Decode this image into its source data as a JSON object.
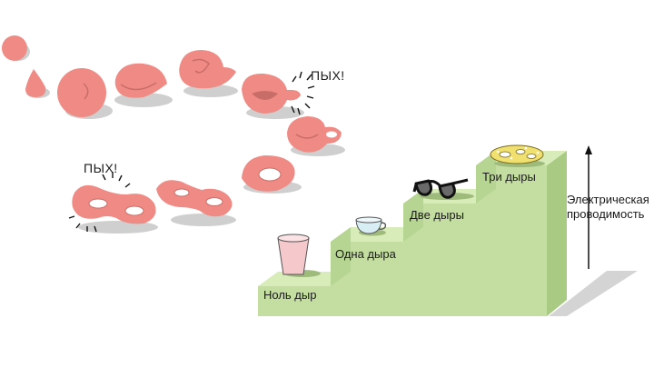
{
  "steps": [
    {
      "label": "Ноль дыр",
      "item": "cup-without-handle"
    },
    {
      "label": "Одна дыра",
      "item": "teacup"
    },
    {
      "label": "Две дыры",
      "item": "eyeglasses"
    },
    {
      "label": "Три дыры",
      "item": "pretzel"
    }
  ],
  "axis": {
    "line1": "Электрическая",
    "line2": "проводимость"
  },
  "sound_effects": [
    "ПЫХ!",
    "ПЫХ!"
  ],
  "colors": {
    "blob": "#f08a84",
    "blob_shadow": "#cfcfcf",
    "stair_front": "#c3dea0",
    "stair_top": "#d7ecb8",
    "stair_side": "#a9ca82",
    "cup": "#f5c9cc",
    "teacup": "#d6eef4",
    "pretzel": "#f0e070"
  }
}
